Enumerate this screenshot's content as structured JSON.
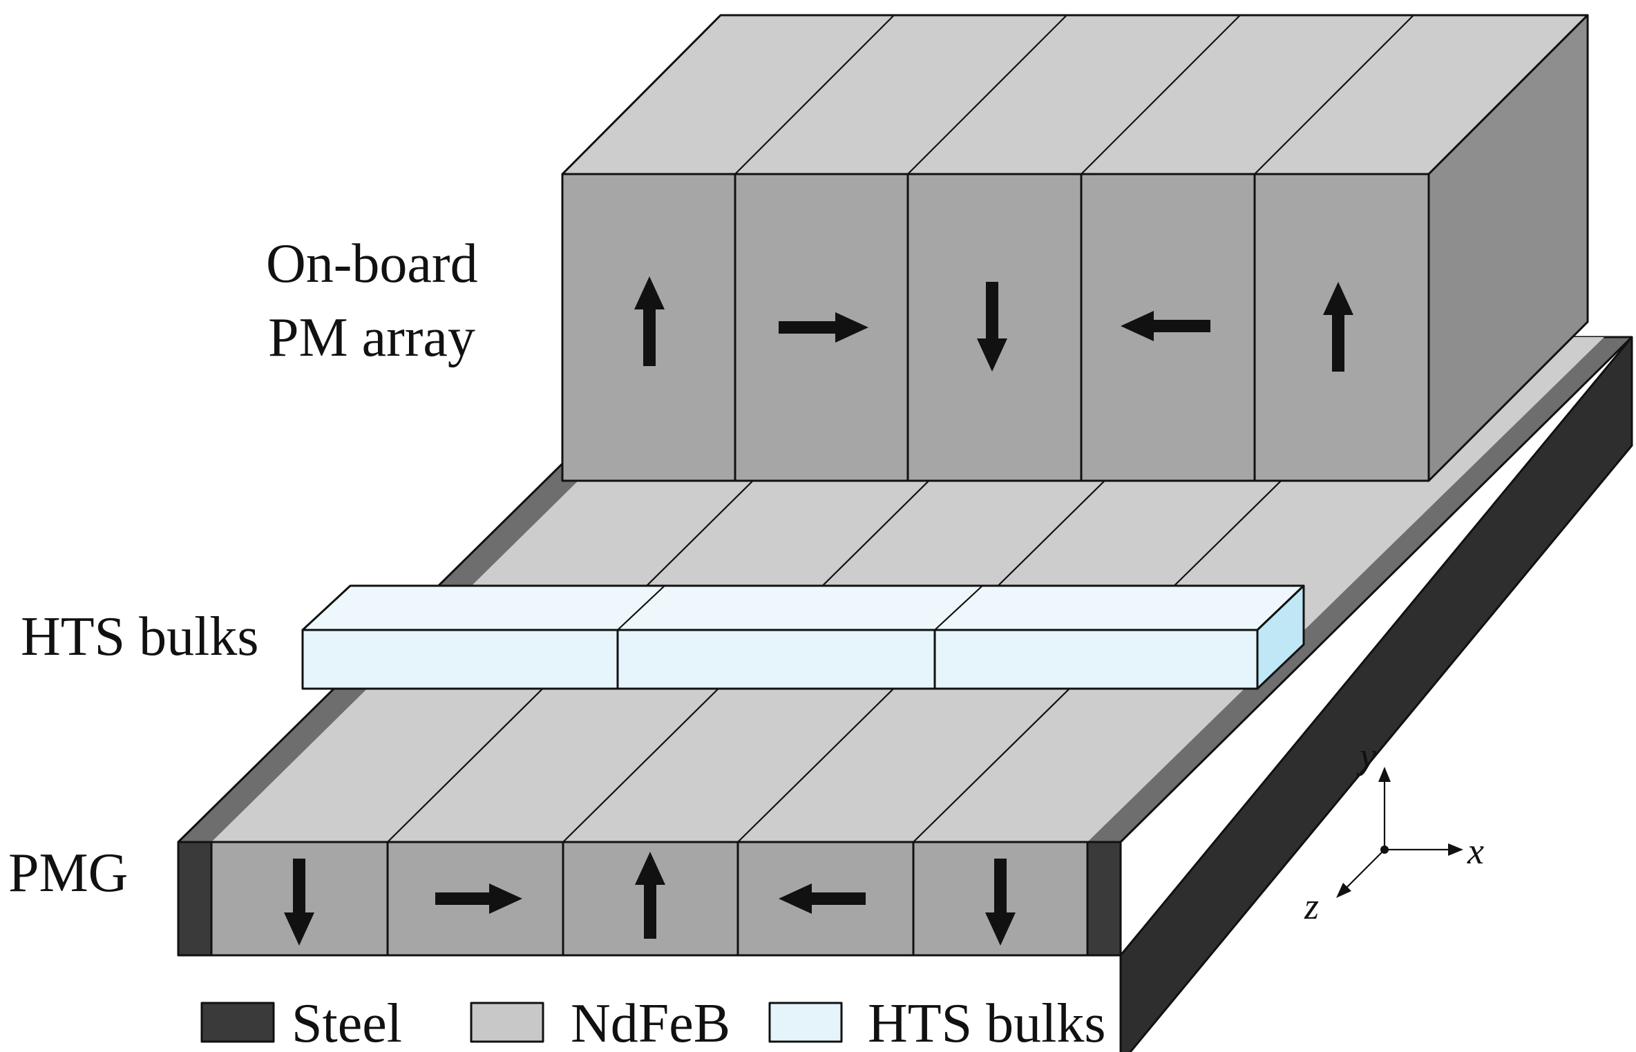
{
  "labels": {
    "onboard_line1": "On-board",
    "onboard_line2": "PM array",
    "hts": "HTS bulks",
    "pmg": "PMG"
  },
  "legend": [
    {
      "label": "Steel",
      "color": "#3a3a3a"
    },
    {
      "label": "NdFeB",
      "color": "#c8c8c8"
    },
    {
      "label": "HTS bulks",
      "color": "#e4f4fa"
    }
  ],
  "axes": {
    "x": "x",
    "y": "y",
    "z": "z"
  },
  "pm_array_arrows": [
    "up",
    "right",
    "down",
    "left",
    "up"
  ],
  "pmg_arrows": [
    "down",
    "right",
    "up",
    "left",
    "down"
  ],
  "colors": {
    "steel": "#3a3a3a",
    "steel_dark": "#2c2c2c",
    "steel_top": "#6e6e6e",
    "ndfeb_front": "#a6a6a6",
    "ndfeb_top": "#cdcdcd",
    "ndfeb_side": "#8e8e8e",
    "hts_front": "#e6f5fb",
    "hts_side": "#bfe7f5",
    "outline": "#111111"
  }
}
